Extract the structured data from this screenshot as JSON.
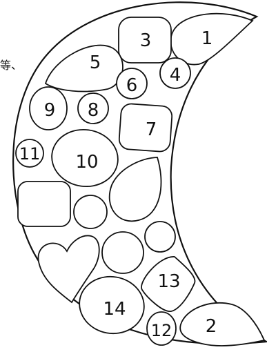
{
  "edge_text": "等、",
  "shapes": [
    {
      "kind": "shield",
      "label": "1"
    },
    {
      "kind": "leaf",
      "label": "2"
    },
    {
      "kind": "rounded-square",
      "label": "3"
    },
    {
      "kind": "circle",
      "label": "4"
    },
    {
      "kind": "leaf",
      "label": "5"
    },
    {
      "kind": "circle",
      "label": "6"
    },
    {
      "kind": "rounded-square",
      "label": "7"
    },
    {
      "kind": "circle",
      "label": "8"
    },
    {
      "kind": "circle",
      "label": "9"
    },
    {
      "kind": "oval",
      "label": "10"
    },
    {
      "kind": "circle",
      "label": "11"
    },
    {
      "kind": "circle",
      "label": "12"
    },
    {
      "kind": "rounded-diamond",
      "label": "13"
    },
    {
      "kind": "oval",
      "label": "14"
    },
    {
      "kind": "rounded-square",
      "label": ""
    },
    {
      "kind": "circle",
      "label": ""
    },
    {
      "kind": "teardrop",
      "label": ""
    },
    {
      "kind": "circle",
      "label": ""
    },
    {
      "kind": "circle",
      "label": ""
    },
    {
      "kind": "heart",
      "label": ""
    }
  ],
  "colors": {
    "stroke": "#111111",
    "fill": "#ffffff",
    "background": "#ffffff"
  }
}
